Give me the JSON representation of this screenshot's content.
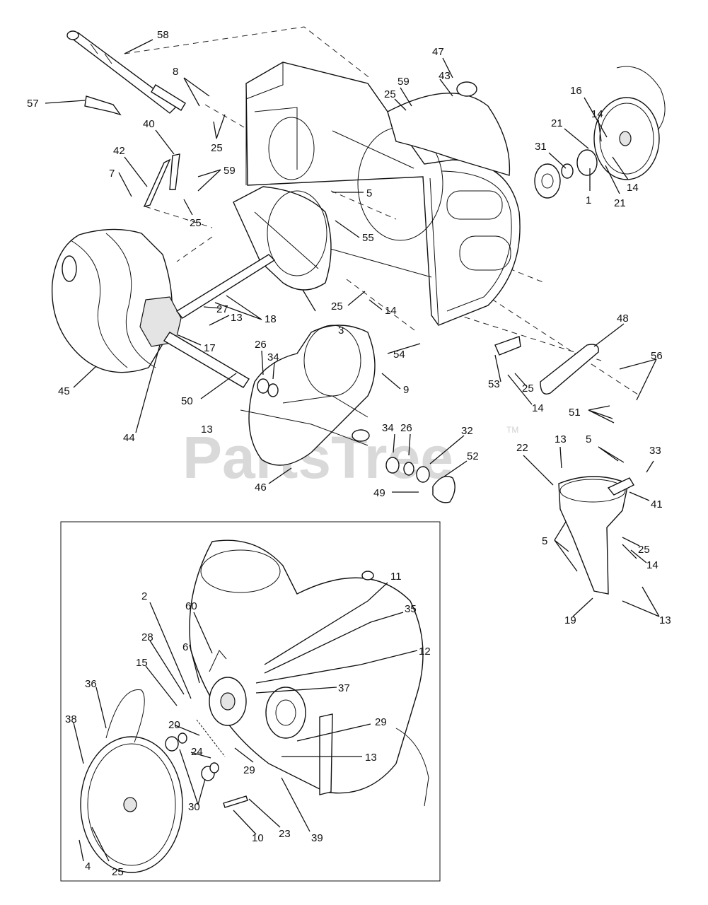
{
  "watermark": {
    "text": "PartsTree",
    "mark": "TM"
  },
  "callouts": {
    "n1": "1",
    "n2": "2",
    "n3": "3",
    "n4": "4",
    "n5": "5",
    "n6": "6",
    "n7": "7",
    "n8": "8",
    "n9": "9",
    "n10": "10",
    "n11": "11",
    "n12": "12",
    "n13": "13",
    "n14": "14",
    "n15": "15",
    "n16": "16",
    "n17": "17",
    "n18": "18",
    "n19": "19",
    "n20": "20",
    "n21": "21",
    "n22": "22",
    "n23": "23",
    "n24": "24",
    "n25": "25",
    "n26": "26",
    "n27": "27",
    "n28": "28",
    "n29": "29",
    "n30": "30",
    "n31": "31",
    "n32": "32",
    "n33": "33",
    "n34": "34",
    "n35": "35",
    "n36": "36",
    "n37": "37",
    "n38": "38",
    "n39": "39",
    "n40": "40",
    "n41": "41",
    "n42": "42",
    "n43": "43",
    "n44": "44",
    "n45": "45",
    "n46": "46",
    "n47": "47",
    "n48": "48",
    "n49": "49",
    "n50": "50",
    "n51": "51",
    "n52": "52",
    "n53": "53",
    "n54": "54",
    "n55": "55",
    "n56": "56",
    "n57": "57",
    "n58": "58",
    "n59": "59",
    "n60": "60"
  }
}
